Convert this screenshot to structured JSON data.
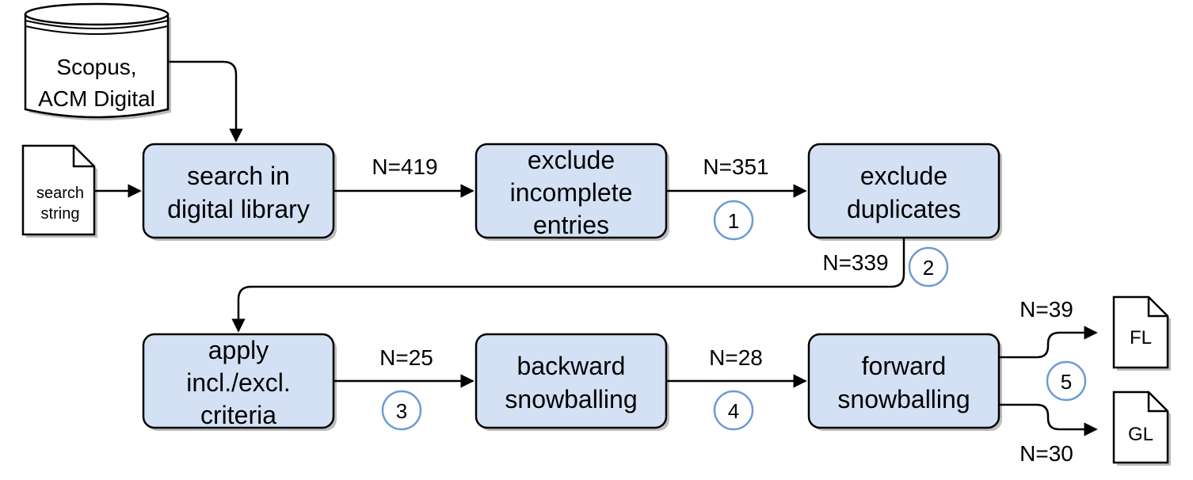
{
  "sources": {
    "database": [
      "Scopus,",
      "ACM Digital"
    ],
    "search_doc": [
      "search",
      "string"
    ]
  },
  "process_boxes": {
    "search": [
      "search in",
      "digital library"
    ],
    "incomplete": [
      "exclude",
      "incomplete",
      "entries"
    ],
    "duplicates": [
      "exclude",
      "duplicates"
    ],
    "criteria": [
      "apply",
      "incl./excl.",
      "criteria"
    ],
    "backward": [
      "backward",
      "snowballing"
    ],
    "forward": [
      "forward",
      "snowballing"
    ]
  },
  "outputs": {
    "fl": "FL",
    "gl": "GL"
  },
  "counts": {
    "search_out": "N=419",
    "incomplete_out": "N=351",
    "duplicates_out": "N=339",
    "criteria_out": "N=25",
    "backward_out": "N=28",
    "fl_out": "N=39",
    "gl_out": "N=30"
  },
  "step_markers": [
    "1",
    "2",
    "3",
    "4",
    "5"
  ],
  "colors": {
    "box_fill": "#d4e1f5",
    "marker_stroke": "#6c9bd2"
  }
}
